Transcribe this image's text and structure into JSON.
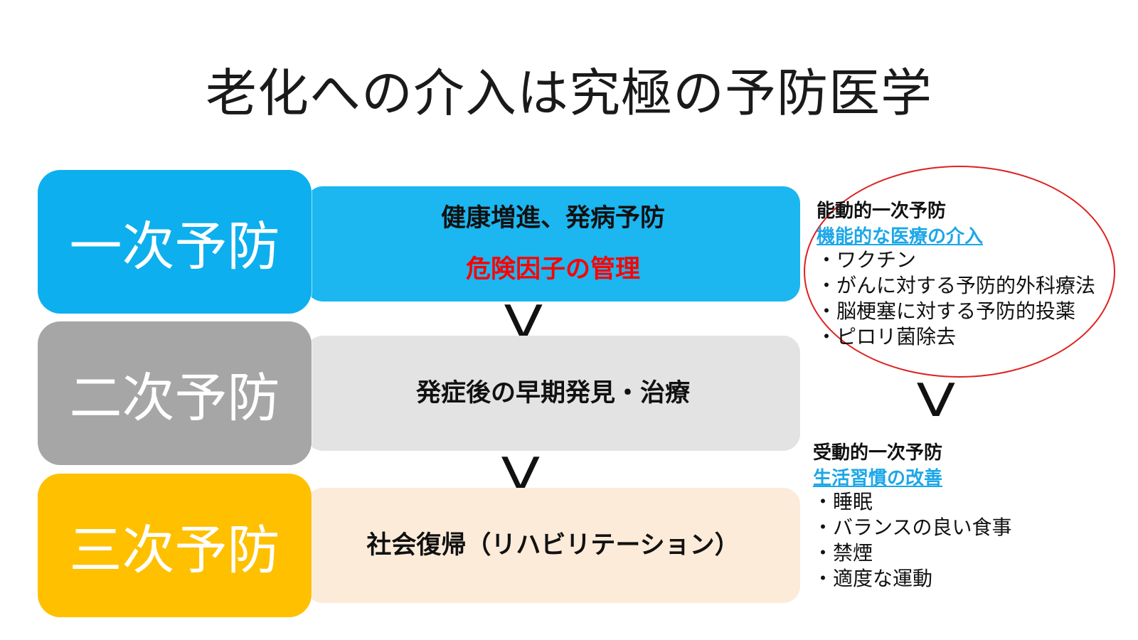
{
  "title": "老化への介入は究極の予防医学",
  "colors": {
    "primary": "#0DAFEE",
    "primary_detail": "#1CB6F0",
    "secondary": "#A6A6A6",
    "secondary_detail": "#E3E3E3",
    "tertiary": "#FFC000",
    "tertiary_detail": "#FCEBD9",
    "risk_text": "#FF0000",
    "link_text": "#1CA7E8",
    "ellipse": "#E02020"
  },
  "levels": [
    {
      "label": "一次予防",
      "lines": [
        "健康増進、発病予防",
        "危険因子の管理"
      ]
    },
    {
      "label": "二次予防",
      "lines": [
        "発症後の早期発見・治療"
      ]
    },
    {
      "label": "三次予防",
      "lines": [
        "社会復帰（リハビリテーション）"
      ]
    }
  ],
  "separator": "V",
  "active": {
    "heading": "能動的一次予防",
    "subheading": "機能的な医療の介入",
    "items": [
      "・ワクチン",
      "・がんに対する予防的外科療法",
      "・脳梗塞に対する予防的投薬",
      "・ピロリ菌除去"
    ]
  },
  "passive": {
    "heading": "受動的一次予防",
    "subheading": "生活習慣の改善",
    "items": [
      "・睡眠",
      "・バランスの良い食事",
      "・禁煙",
      "・適度な運動"
    ]
  }
}
